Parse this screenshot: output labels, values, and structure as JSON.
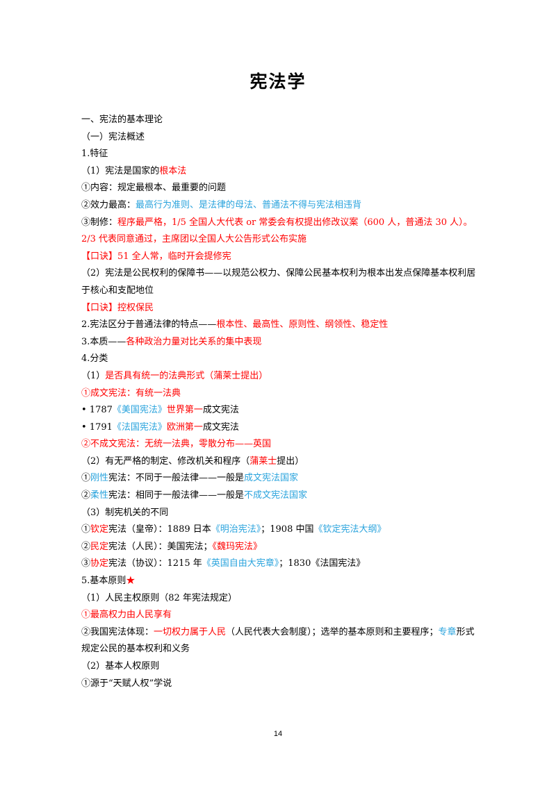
{
  "title": "宪法学",
  "page_number": "14",
  "colors": {
    "red": "#ff0000",
    "blue": "#29a3dd",
    "text": "#000000"
  },
  "lines": [
    [
      {
        "t": "一、宪法的基本理论"
      }
    ],
    [
      {
        "t": "（一）宪法概述"
      }
    ],
    [
      {
        "t": "1.特征"
      }
    ],
    [
      {
        "t": "（1）宪法是国家的"
      },
      {
        "t": "根本法",
        "c": "r"
      }
    ],
    [
      {
        "t": "①内容：规定最根本、最重要的问题"
      }
    ],
    [
      {
        "t": "②效力最高："
      },
      {
        "t": "最高行为准则、是法律的母法、普通法不得与宪法相违背",
        "c": "b"
      }
    ],
    [
      {
        "t": "③制修："
      },
      {
        "t": "程序最严格，1/5 全国人大代表 or 常委会有权提出修改议案（600 人，普通法 30 人）。2/3 代表同意通过，主席团以全国人大公告形式公布实施",
        "c": "r"
      }
    ],
    [
      {
        "t": "【口诀】51 全人常，临时开会提修宪",
        "c": "r"
      }
    ],
    [
      {
        "t": "（2）宪法是公民权利的保障书——以规范公权力、保障公民基本权利为根本出发点保障基本权利居于核心和支配地位"
      }
    ],
    [
      {
        "t": "【口诀】控权保民",
        "c": "r"
      }
    ],
    [
      {
        "t": "2.宪法区分于普通法律的特点——"
      },
      {
        "t": "根本性、最高性、原则性、纲领性、稳定性",
        "c": "r"
      }
    ],
    [
      {
        "t": "3.本质——"
      },
      {
        "t": "各种政治力量对比关系的集中表现",
        "c": "r"
      }
    ],
    [
      {
        "t": "4.分类"
      }
    ],
    [
      {
        "t": "（1）"
      },
      {
        "t": "是否具有统一的法典形式（蒲莱士提出）",
        "c": "r"
      }
    ],
    [
      {
        "t": "①成文宪法：有统一法典",
        "c": "r"
      }
    ],
    [
      {
        "t": "• 1787"
      },
      {
        "t": "《美国宪法》",
        "c": "b"
      },
      {
        "t": "世界第一",
        "c": "r"
      },
      {
        "t": "成文宪法"
      }
    ],
    [
      {
        "t": "• 1791"
      },
      {
        "t": "《法国宪法》",
        "c": "b"
      },
      {
        "t": "欧洲第一",
        "c": "r"
      },
      {
        "t": "成文宪法"
      }
    ],
    [
      {
        "t": "②不成文宪法：无统一法典，零散分布——英国",
        "c": "r"
      }
    ],
    [
      {
        "t": "（2）有无严格的制定、修改机关和程序（"
      },
      {
        "t": "蒲莱士",
        "c": "r"
      },
      {
        "t": "提出）"
      }
    ],
    [
      {
        "t": "①"
      },
      {
        "t": "刚性",
        "c": "b"
      },
      {
        "t": "宪法：不同于一般法律——一般是"
      },
      {
        "t": "成文宪法国家",
        "c": "b"
      }
    ],
    [
      {
        "t": "②"
      },
      {
        "t": "柔性",
        "c": "b"
      },
      {
        "t": "宪法：相同于一般法律——一般是"
      },
      {
        "t": "不成文宪法国家",
        "c": "b"
      }
    ],
    [
      {
        "t": "（3）制宪机关的不同"
      }
    ],
    [
      {
        "t": "①"
      },
      {
        "t": "钦定",
        "c": "r"
      },
      {
        "t": "宪法（皇帝）：1889 日本"
      },
      {
        "t": "《明治宪法》",
        "c": "b"
      },
      {
        "t": "；1908 中国"
      },
      {
        "t": "《钦定宪法大纲》",
        "c": "b"
      }
    ],
    [
      {
        "t": "②"
      },
      {
        "t": "民定",
        "c": "r"
      },
      {
        "t": "宪法（人民）：美国宪法；"
      },
      {
        "t": "《魏玛宪法》",
        "c": "r"
      }
    ],
    [
      {
        "t": "③"
      },
      {
        "t": "协定",
        "c": "r"
      },
      {
        "t": "宪法（协议）：1215 年"
      },
      {
        "t": "《英国自由大宪章》",
        "c": "b"
      },
      {
        "t": "；1830《法国宪法》"
      }
    ],
    [
      {
        "t": "5.基本原则"
      },
      {
        "t": "★",
        "c": "r"
      }
    ],
    [
      {
        "t": "（1）人民主权原则（82 年宪法规定）"
      }
    ],
    [
      {
        "t": "①最高权力由人民享有",
        "c": "r"
      }
    ],
    [
      {
        "t": "②我国宪法体现："
      },
      {
        "t": "一切权力属于人民",
        "c": "r"
      },
      {
        "t": "（人民代表大会制度）；选举的基本原则和主要程序；"
      },
      {
        "t": "专章",
        "c": "b"
      },
      {
        "t": "形式规定公民的基本权利和义务"
      }
    ],
    [
      {
        "t": "（2）基本人权原则"
      }
    ],
    [
      {
        "t": "①源于“天赋人权”学说"
      }
    ]
  ]
}
